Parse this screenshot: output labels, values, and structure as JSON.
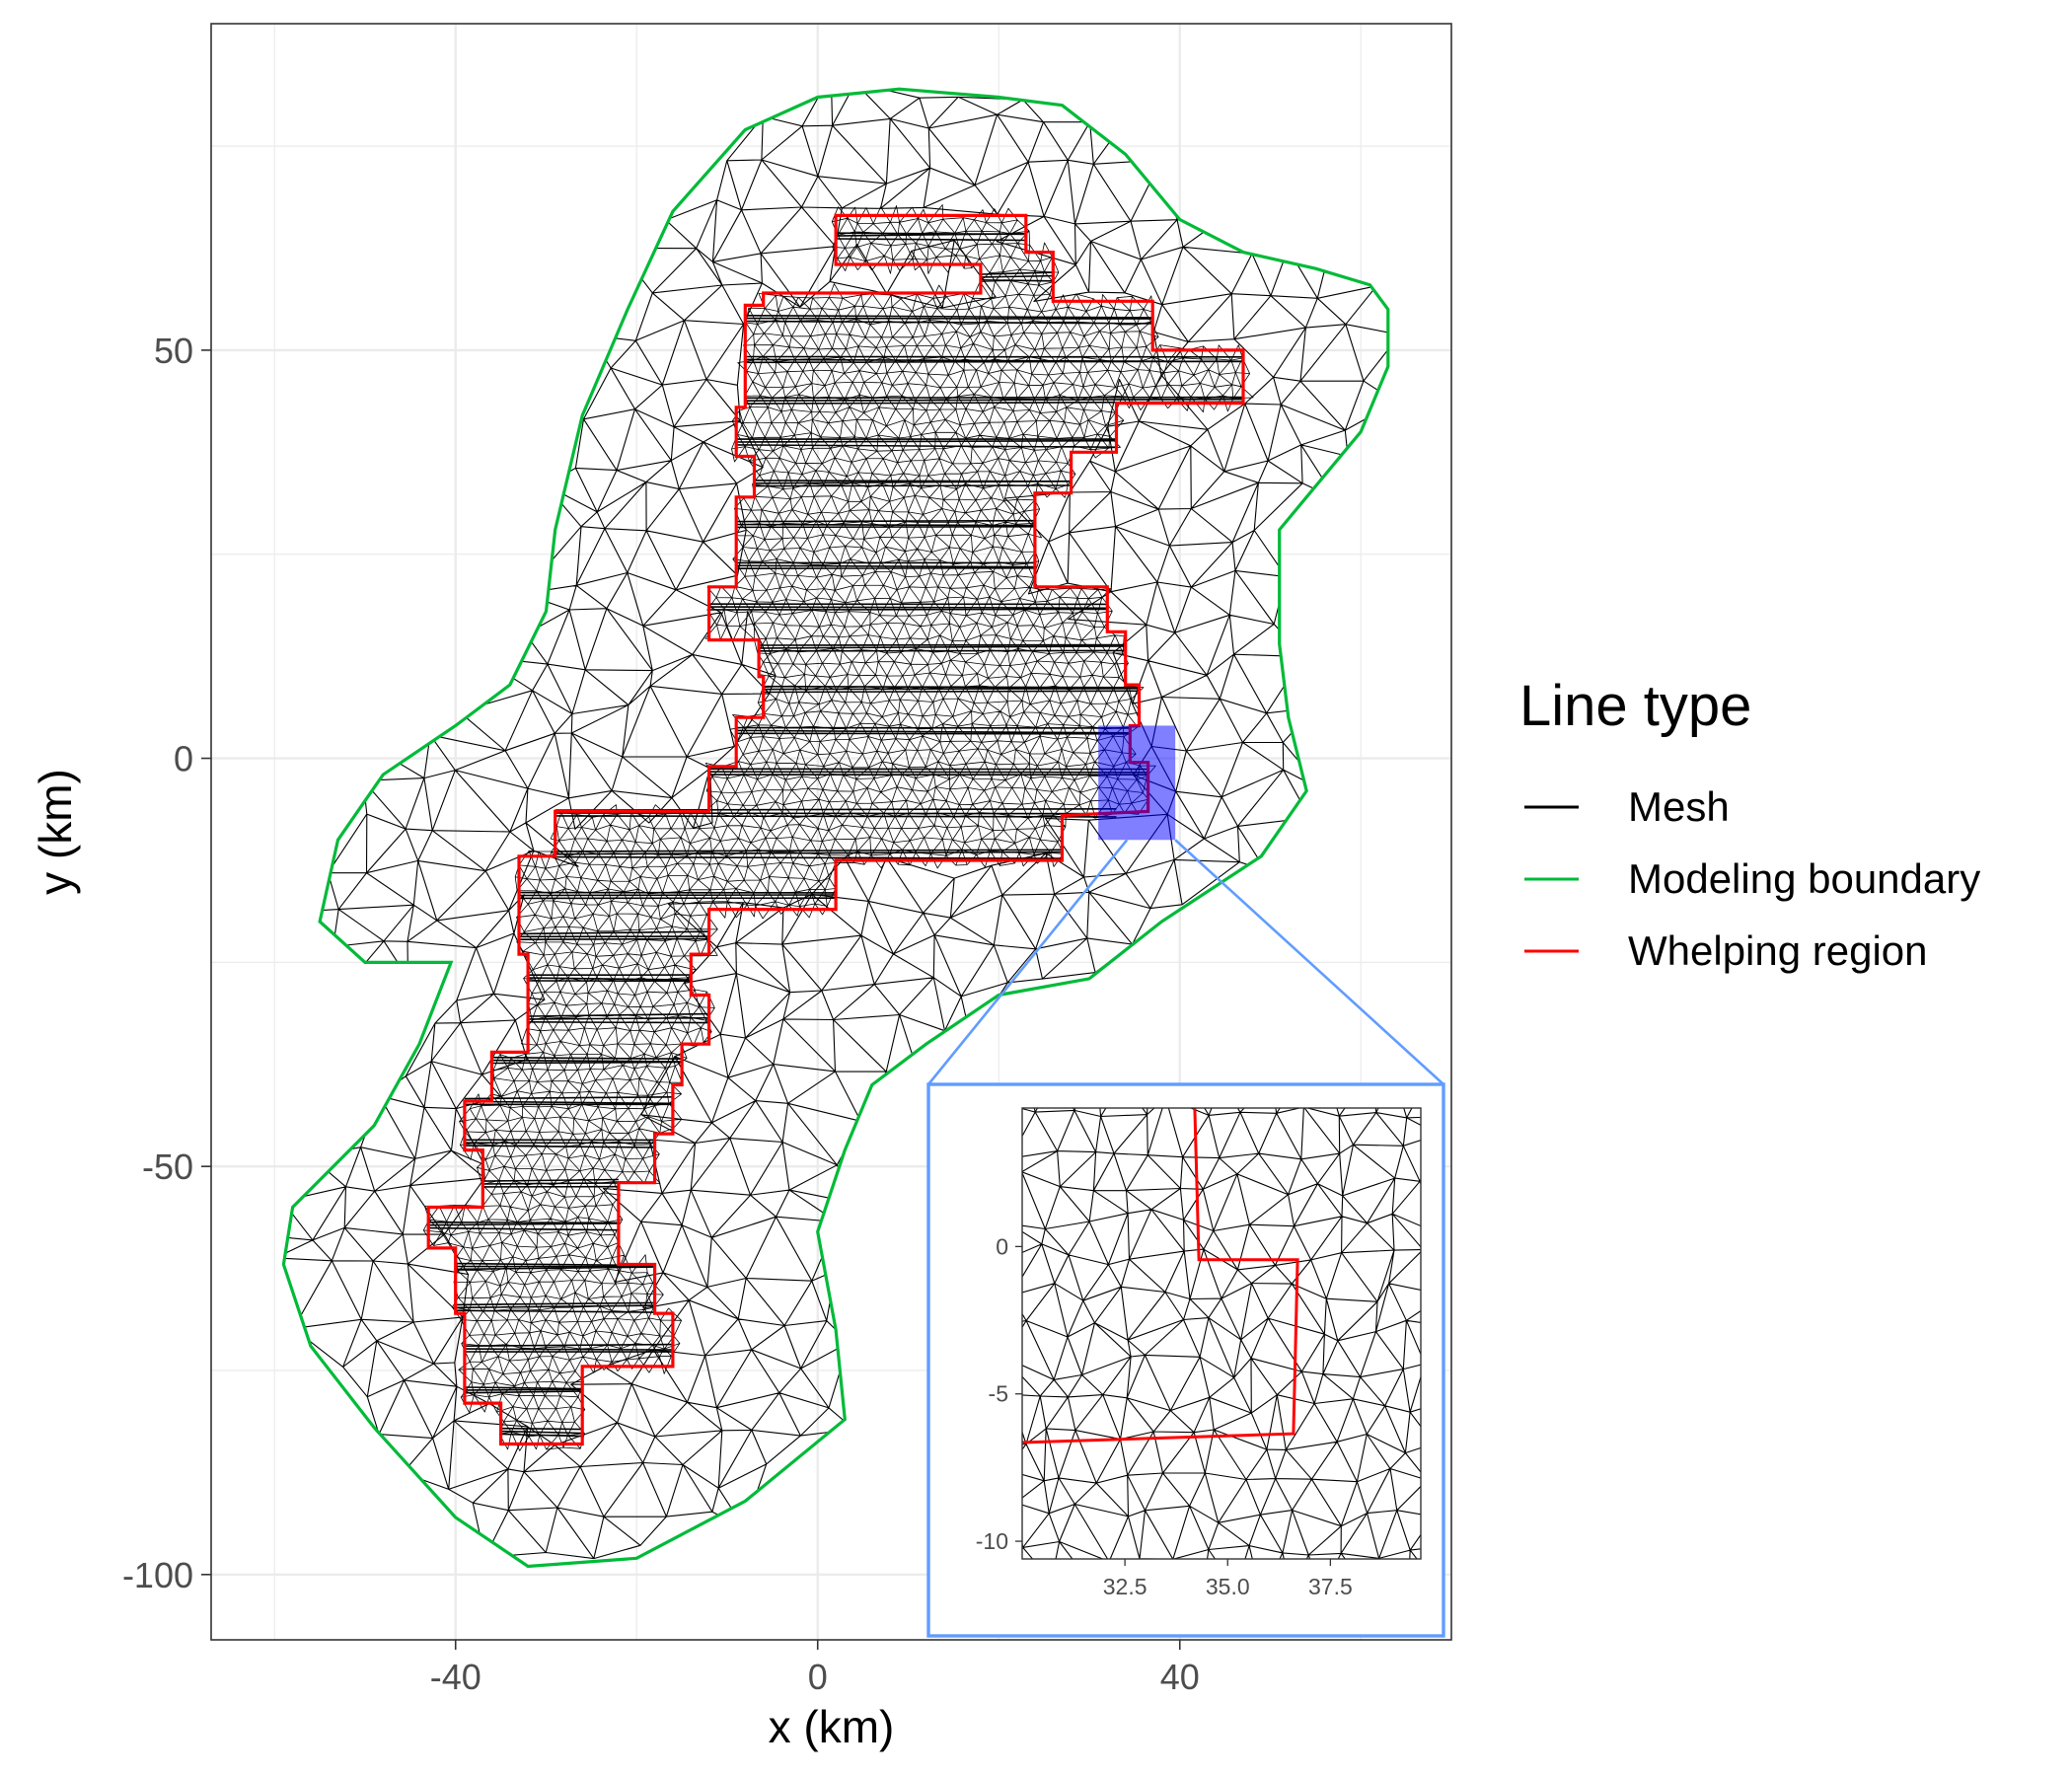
{
  "chart_data": [
    {
      "type": "scatter",
      "title": "",
      "xlabel": "x (km)",
      "ylabel": "y (km)",
      "xlim": [
        -67,
        70
      ],
      "ylim": [
        -108,
        90
      ],
      "xticks": [
        -40,
        0,
        40
      ],
      "yticks": [
        50,
        0,
        -50,
        -100
      ],
      "xtick_labels": [
        "-40",
        "0",
        "40"
      ],
      "ytick_labels": [
        "50",
        "0",
        "-50",
        "-100"
      ],
      "grid": true,
      "legend": {
        "title": "Line type",
        "placement": "right",
        "entries": [
          {
            "label": "Mesh",
            "color": "#000000"
          },
          {
            "label": "Modeling boundary",
            "color": "#00ba38"
          },
          {
            "label": "Whelping region",
            "color": "#ff0000"
          }
        ]
      },
      "series": [
        {
          "name": "Modeling boundary",
          "color": "#00ba38",
          "points": [
            [
              -40.5,
              -25
            ],
            [
              -44,
              -35
            ],
            [
              -49,
              -45
            ],
            [
              -58,
              -55
            ],
            [
              -59,
              -62
            ],
            [
              -56,
              -72
            ],
            [
              -49,
              -82
            ],
            [
              -40,
              -93
            ],
            [
              -32,
              -99
            ],
            [
              -20,
              -98
            ],
            [
              -8,
              -91
            ],
            [
              3,
              -81
            ],
            [
              2,
              -70
            ],
            [
              0,
              -58
            ],
            [
              3,
              -48
            ],
            [
              6,
              -40
            ],
            [
              12,
              -35
            ],
            [
              20,
              -29
            ],
            [
              30,
              -27
            ],
            [
              38,
              -20
            ],
            [
              49,
              -12
            ],
            [
              54,
              -4
            ],
            [
              52,
              5
            ],
            [
              51,
              14
            ],
            [
              51,
              28
            ],
            [
              60,
              40
            ],
            [
              63,
              48
            ],
            [
              63,
              55
            ],
            [
              61,
              58
            ],
            [
              55,
              60
            ],
            [
              47,
              62
            ],
            [
              40,
              66
            ],
            [
              34,
              74
            ],
            [
              27,
              80
            ],
            [
              20,
              81
            ],
            [
              9,
              82
            ],
            [
              0,
              81
            ],
            [
              -8,
              77
            ],
            [
              -16,
              67
            ],
            [
              -21,
              55
            ],
            [
              -26,
              42
            ],
            [
              -29,
              28
            ],
            [
              -30,
              18
            ],
            [
              -34,
              9
            ],
            [
              -40,
              4
            ],
            [
              -48,
              -2
            ],
            [
              -53,
              -10
            ],
            [
              -55,
              -20
            ],
            [
              -50,
              -25
            ],
            [
              -40.5,
              -25
            ]
          ]
        },
        {
          "name": "Whelping region",
          "color": "#ff0000",
          "points": [
            [
              2,
              66.5
            ],
            [
              23,
              66.5
            ],
            [
              23,
              62
            ],
            [
              26,
              62
            ],
            [
              26,
              56
            ],
            [
              37,
              56
            ],
            [
              37,
              50
            ],
            [
              47,
              50
            ],
            [
              47,
              43.5
            ],
            [
              33,
              43.5
            ],
            [
              33,
              37.5
            ],
            [
              28,
              37.5
            ],
            [
              28,
              32.5
            ],
            [
              24,
              32.5
            ],
            [
              24,
              21
            ],
            [
              32,
              21
            ],
            [
              32,
              15.5
            ],
            [
              34,
              15.5
            ],
            [
              34,
              9
            ],
            [
              35.5,
              9
            ],
            [
              35.5,
              4
            ],
            [
              34.5,
              4
            ],
            [
              34.5,
              -0.5
            ],
            [
              36.5,
              -0.5
            ],
            [
              36.5,
              -6.5
            ],
            [
              27,
              -7
            ],
            [
              27,
              -12.5
            ],
            [
              2,
              -12.5
            ],
            [
              2,
              -18.5
            ],
            [
              -12,
              -18.5
            ],
            [
              -12,
              -24
            ],
            [
              -14,
              -24
            ],
            [
              -14,
              -29
            ],
            [
              -12,
              -29
            ],
            [
              -12,
              -35
            ],
            [
              -15,
              -35
            ],
            [
              -15,
              -40
            ],
            [
              -16,
              -40
            ],
            [
              -16,
              -46
            ],
            [
              -18,
              -46
            ],
            [
              -18,
              -52
            ],
            [
              -22,
              -52
            ],
            [
              -22,
              -62
            ],
            [
              -18,
              -62
            ],
            [
              -18,
              -68
            ],
            [
              -16,
              -68
            ],
            [
              -16,
              -74.5
            ],
            [
              -26,
              -74.5
            ],
            [
              -26,
              -84
            ],
            [
              -35,
              -84
            ],
            [
              -35,
              -79
            ],
            [
              -39,
              -79
            ],
            [
              -39,
              -68
            ],
            [
              -40,
              -68
            ],
            [
              -40,
              -60
            ],
            [
              -43,
              -60
            ],
            [
              -43,
              -55
            ],
            [
              -37,
              -55
            ],
            [
              -37,
              -48
            ],
            [
              -39,
              -48
            ],
            [
              -39,
              -42
            ],
            [
              -36,
              -42
            ],
            [
              -36,
              -36
            ],
            [
              -32,
              -36
            ],
            [
              -32,
              -24
            ],
            [
              -33,
              -24
            ],
            [
              -33,
              -12
            ],
            [
              -29,
              -12
            ],
            [
              -29,
              -6.5
            ],
            [
              -12,
              -6.5
            ],
            [
              -12,
              -1
            ],
            [
              -9,
              -1
            ],
            [
              -9,
              5
            ],
            [
              -6,
              5
            ],
            [
              -6,
              10
            ],
            [
              -6.5,
              10
            ],
            [
              -6.5,
              14.5
            ],
            [
              -12,
              14.5
            ],
            [
              -12,
              21
            ],
            [
              -9,
              21
            ],
            [
              -9,
              32
            ],
            [
              -7,
              32
            ],
            [
              -7,
              37
            ],
            [
              -9,
              37
            ],
            [
              -9,
              43
            ],
            [
              -8,
              43
            ],
            [
              -8,
              55.5
            ],
            [
              -6,
              55.5
            ],
            [
              -6,
              57
            ],
            [
              18,
              57
            ],
            [
              18,
              60.5
            ],
            [
              2,
              60.5
            ],
            [
              2,
              66.5
            ]
          ]
        }
      ],
      "highlight_box": {
        "x": [
          31,
          39.5
        ],
        "y": [
          -10,
          4
        ],
        "color": "#0000ff"
      }
    },
    {
      "type": "scatter",
      "title": "",
      "xlabel": "",
      "ylabel": "",
      "xlim": [
        30.0,
        39.7
      ],
      "ylim": [
        -10.6,
        4.7
      ],
      "xticks": [
        32.5,
        35.0,
        37.5
      ],
      "yticks": [
        0,
        -5,
        -10
      ],
      "xtick_labels": [
        "32.5",
        "35.0",
        "37.5"
      ],
      "ytick_labels": [
        "0",
        "-5",
        "-10"
      ],
      "grid": false,
      "series": [
        {
          "name": "Whelping region",
          "color": "#ff0000",
          "points": [
            [
              34.2,
              4.7
            ],
            [
              34.3,
              -0.45
            ],
            [
              36.7,
              -0.45
            ],
            [
              36.6,
              -6.35
            ],
            [
              30.0,
              -6.65
            ]
          ]
        }
      ]
    }
  ]
}
